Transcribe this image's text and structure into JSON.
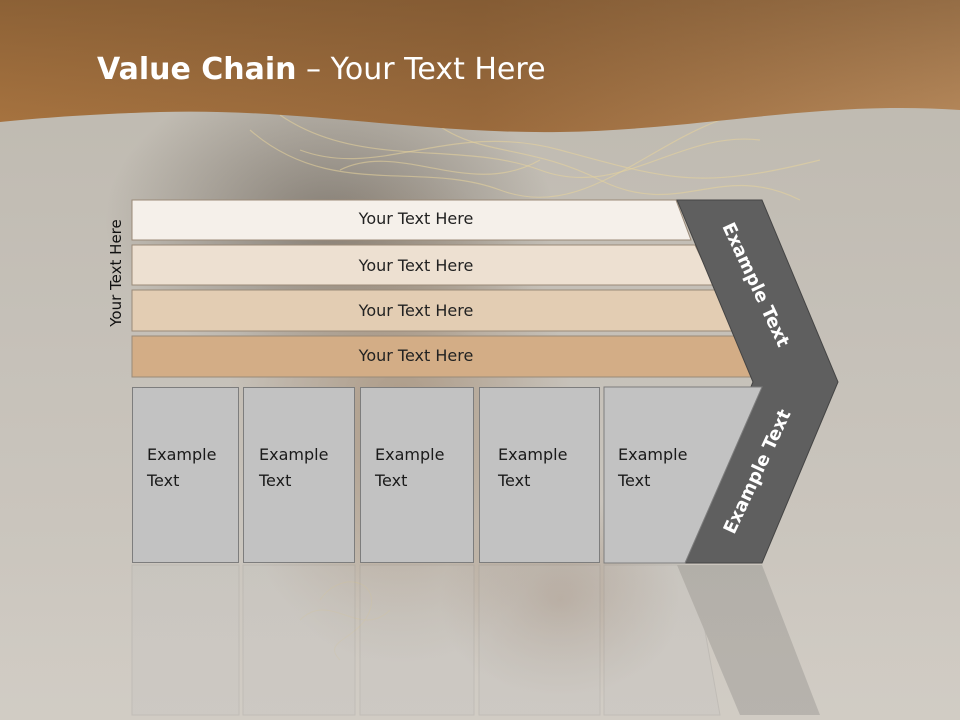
{
  "slide": {
    "title_bold": "Value Chain",
    "title_rest": " – Your Text Here",
    "side_label": "Your Text Here"
  },
  "rows": [
    {
      "label": "Your Text Here",
      "color": "#f5f0ea"
    },
    {
      "label": "Your Text Here",
      "color": "#ede0d1"
    },
    {
      "label": "Your Text Here",
      "color": "#e3cdb3"
    },
    {
      "label": "Your Text Here",
      "color": "#d3ad86"
    }
  ],
  "columns": [
    {
      "line1": "Example",
      "line2": "Text"
    },
    {
      "line1": "Example",
      "line2": "Text"
    },
    {
      "line1": "Example",
      "line2": "Text"
    },
    {
      "line1": "Example",
      "line2": "Text"
    },
    {
      "line1": "Example",
      "line2": "Text"
    }
  ],
  "chevron": {
    "upper_label": "Example Text",
    "lower_label": "Example Text",
    "color": "#5f5f5f"
  },
  "colors": {
    "header_brown": "#a9763f",
    "box_gray": "#c2c2c2"
  }
}
